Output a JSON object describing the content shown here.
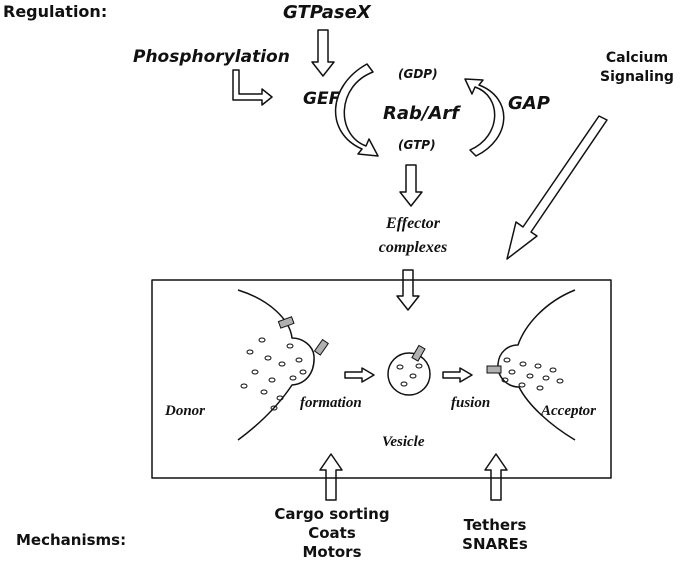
{
  "labels": {
    "regulation": "Regulation:",
    "gtpasex": "GTPaseX",
    "phosphorylation": "Phosphorylation",
    "gef": "GEF",
    "gdp": "(GDP)",
    "rab_arf": "Rab/Arf",
    "gtp": "(GTP)",
    "gap": "GAP",
    "calcium_line1": "Calcium",
    "calcium_line2": "Signaling",
    "effector_line1": "Effector",
    "effector_line2": "complexes",
    "donor": "Donor",
    "formation": "formation",
    "fusion": "fusion",
    "acceptor": "Acceptor",
    "vesicle": "Vesicle",
    "mechanisms": "Mechanisms:",
    "cargo_line1": "Cargo sorting",
    "cargo_line2": "Coats",
    "cargo_line3": "Motors",
    "tethers_line1": "Tethers",
    "tethers_line2": "SNAREs"
  },
  "colors": {
    "ink": "#111111",
    "marker_fill": "#b0b0b0"
  }
}
